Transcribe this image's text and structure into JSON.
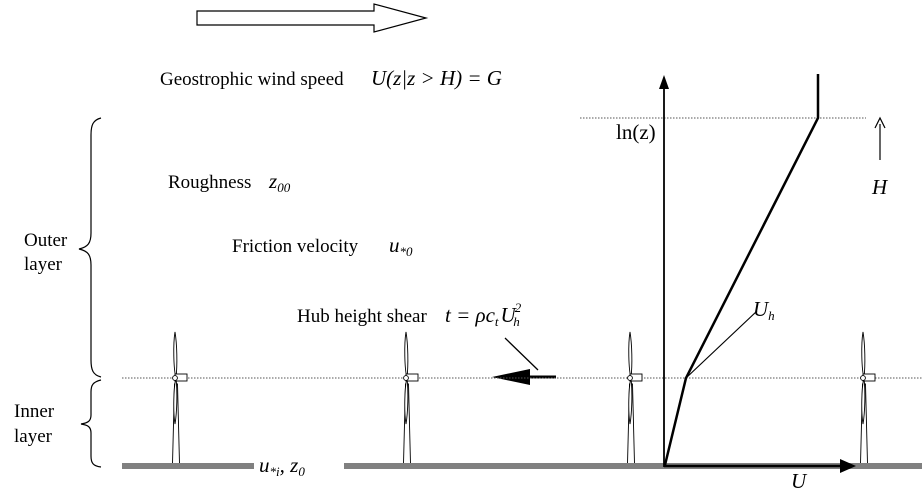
{
  "labels": {
    "geostrophic": "Geostrophic wind speed",
    "geostrophic_formula": "U(z|z > H) = G",
    "roughness": "Roughness",
    "roughness_symbol": "z",
    "roughness_sub": "00",
    "friction": "Friction velocity",
    "friction_symbol": "u",
    "friction_sub": "*0",
    "shear": "Hub height shear",
    "shear_formula_lhs": "t = ρc",
    "shear_formula_ct_sub": "t",
    "shear_formula_U": "U",
    "shear_formula_U_sub": "h",
    "shear_formula_U_sup": "2",
    "outer_layer_line1": "Outer",
    "outer_layer_line2": "layer",
    "inner_layer_line1": "Inner",
    "inner_layer_line2": "layer",
    "ground_label": "u",
    "ground_label_sub1": "*i",
    "ground_label_sep": ", z",
    "ground_label_sub2": "0",
    "y_axis": "ln(z)",
    "x_axis": "U",
    "hub_velocity": "U",
    "hub_velocity_sub": "h",
    "boundary_height": "H"
  },
  "turbines": [
    {
      "id": "turbine-1"
    },
    {
      "id": "turbine-2"
    },
    {
      "id": "turbine-3"
    },
    {
      "id": "turbine-4"
    }
  ],
  "colors": {
    "ground": "#808080",
    "line": "#000000",
    "dotted": "#555555"
  }
}
